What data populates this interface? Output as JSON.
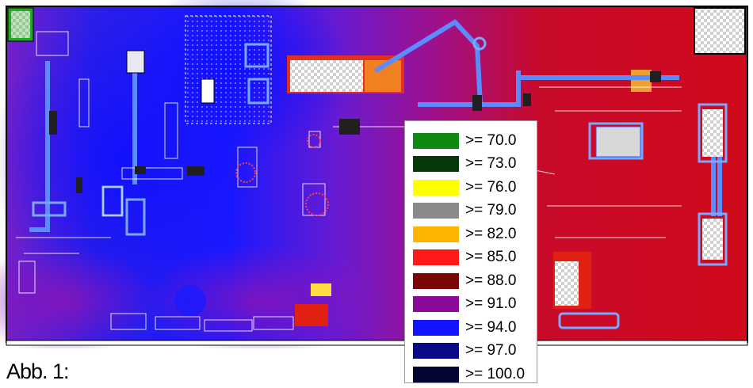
{
  "caption": "Abb. 1:",
  "legend": {
    "items": [
      {
        "label": ">= 70.0",
        "color": "#0e8a12"
      },
      {
        "label": ">= 73.0",
        "color": "#06390a"
      },
      {
        "label": ">= 76.0",
        "color": "#ffff00"
      },
      {
        "label": ">= 79.0",
        "color": "#8a8a8a"
      },
      {
        "label": ">= 82.0",
        "color": "#ffb400"
      },
      {
        "label": ">= 85.0",
        "color": "#ff1a1a"
      },
      {
        "label": ">= 88.0",
        "color": "#7a0606"
      },
      {
        "label": ">= 91.0",
        "color": "#8a0a9a"
      },
      {
        "label": ">= 94.0",
        "color": "#1414ff"
      },
      {
        "label": ">= 97.0",
        "color": "#0a0a86"
      },
      {
        "label": ">= 100.0",
        "color": "#050535"
      }
    ]
  },
  "colors": {
    "blue_zone": "#1a1aff",
    "purple_zone": "#7a14c8",
    "red_zone": "#d00a1c",
    "duct": "#5a8cff"
  }
}
